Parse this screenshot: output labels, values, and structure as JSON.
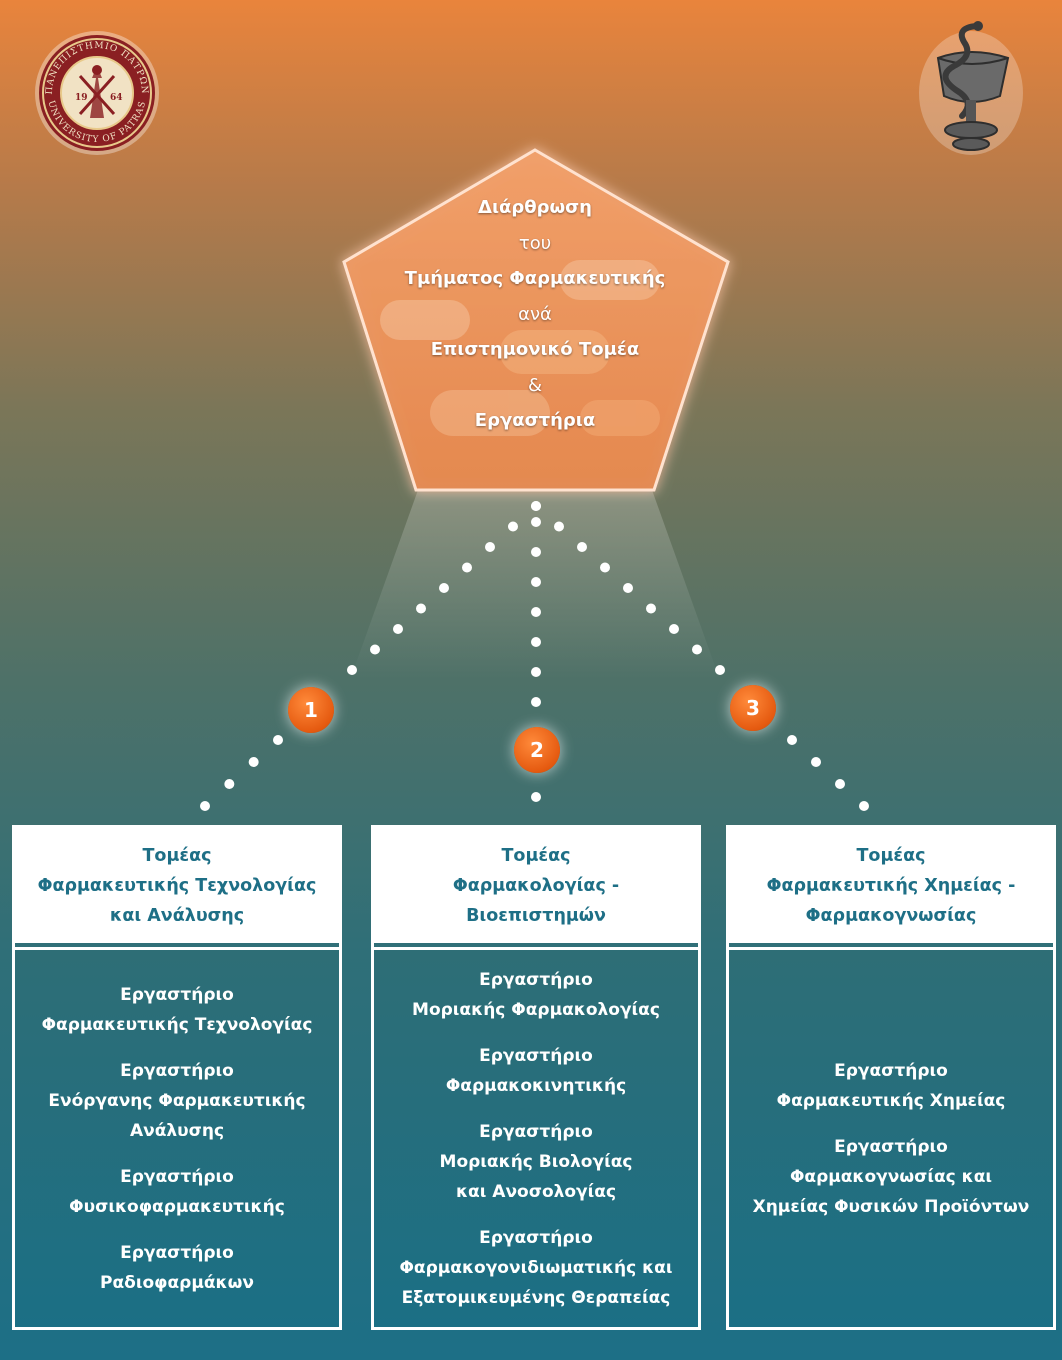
{
  "title_lines": [
    "Διάρθρωση",
    "του",
    "Τμήματος Φαρμακευτικής",
    "ανά",
    "Επιστημονικό Τομέα",
    "&",
    "Εργαστήρια"
  ],
  "university_seal": {
    "text_top": "ΠΑΝΕΠΙΣΤΗΜΙΟ ΠΑΤΡΩΝ",
    "text_bottom": "UNIVERSITY OF PATRAS",
    "year_left": "19",
    "year_right": "64"
  },
  "pharmacy_emblem_icon": "bowl-of-hygieia-icon",
  "markers": [
    "1",
    "2",
    "3"
  ],
  "sectors": [
    {
      "heading": [
        "Τομέας",
        "Φαρμακευτικής Τεχνολογίας",
        "και Ανάλυσης"
      ],
      "labs": [
        [
          "Εργαστήριο",
          "Φαρμακευτικής Τεχνολογίας"
        ],
        [
          "Εργαστήριο",
          "Ενόργανης Φαρμακευτικής",
          "Ανάλυσης"
        ],
        [
          "Εργαστήριο",
          "Φυσικοφαρμακευτικής"
        ],
        [
          "Εργαστήριο",
          "Ραδιοφαρμάκων"
        ]
      ]
    },
    {
      "heading": [
        "Τομέας",
        "Φαρμακολογίας -",
        "Βιοεπιστημών"
      ],
      "labs": [
        [
          "Εργαστήριο",
          "Μοριακής Φαρμακολογίας"
        ],
        [
          "Εργαστήριο",
          "Φαρμακοκινητικής"
        ],
        [
          "Εργαστήριο",
          "Μοριακής Βιολογίας",
          "και Ανοσολογίας"
        ],
        [
          "Εργαστήριο",
          "Φαρμακογονιδιωματικής και",
          "Εξατομικευμένης Θεραπείας"
        ]
      ]
    },
    {
      "heading": [
        "Τομέας",
        "Φαρμακευτικής Χημείας -",
        "Φαρμακογνωσίας"
      ],
      "labs": [
        [
          "Εργαστήριο",
          "Φαρμακευτικής Χημείας"
        ],
        [
          "Εργαστήριο",
          "Φαρμακογνωσίας και",
          "Χημείας Φυσικών Προϊόντων"
        ]
      ]
    }
  ],
  "colors": {
    "top": "#e9843c",
    "bottom": "#1d6f86",
    "heading_text": "#1e6f86",
    "marker": "#e55a10"
  }
}
